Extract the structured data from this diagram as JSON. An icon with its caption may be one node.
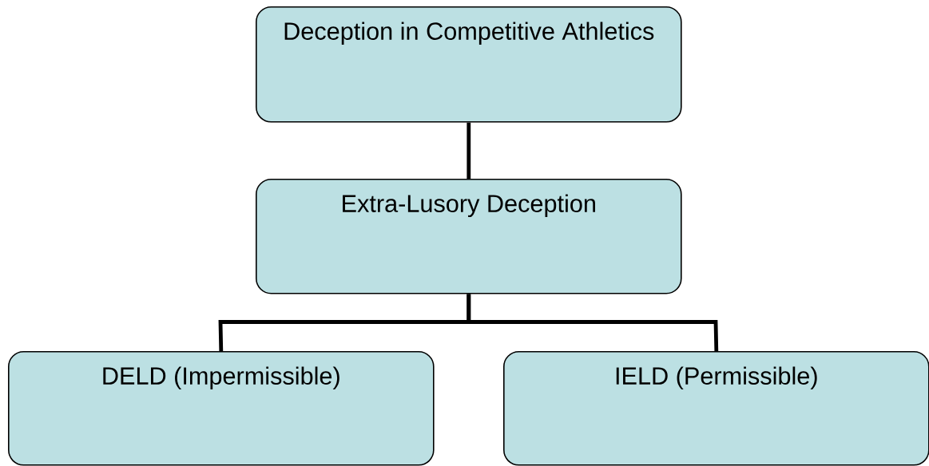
{
  "diagram": {
    "nodes": [
      {
        "text": [
          "Deception in Competitive Athletics"
        ]
      },
      {
        "text": [
          "Extra-Lusory Deception"
        ]
      },
      {
        "text": [
          "DELD (Impermissible)"
        ]
      },
      {
        "text": [
          "IELD (Permissible)"
        ]
      }
    ],
    "edges": [
      {
        "from": 0,
        "to": 1,
        "arrow": "none"
      },
      {
        "from": 1,
        "to": 2,
        "arrow": "none"
      },
      {
        "from": 1,
        "to": 3,
        "arrow": "none"
      }
    ]
  }
}
